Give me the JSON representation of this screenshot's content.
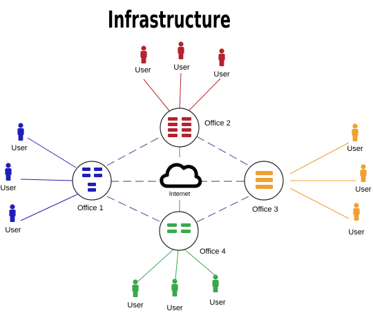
{
  "title": "Infrastructure",
  "internet": {
    "label": "Internet"
  },
  "offices": [
    {
      "id": "office1",
      "label": "Office 1",
      "color": "#1f1fb8",
      "icon": "server-grid-icon"
    },
    {
      "id": "office2",
      "label": "Office 2",
      "color": "#b5232f",
      "icon": "server-grid-icon"
    },
    {
      "id": "office3",
      "label": "Office 3",
      "color": "#f0a032",
      "icon": "server-stack-icon"
    },
    {
      "id": "office4",
      "label": "Office 4",
      "color": "#3aa84a",
      "icon": "server-pair-icon"
    }
  ],
  "users": {
    "office1": [
      "User",
      "User",
      "User"
    ],
    "office2": [
      "User",
      "User",
      "User"
    ],
    "office3": [
      "User",
      "User",
      "User"
    ],
    "office4": [
      "User",
      "User",
      "User"
    ]
  },
  "colors": {
    "dashed_link": "#6b5aa0",
    "internet_link": "#777777",
    "node_border": "#222222"
  }
}
